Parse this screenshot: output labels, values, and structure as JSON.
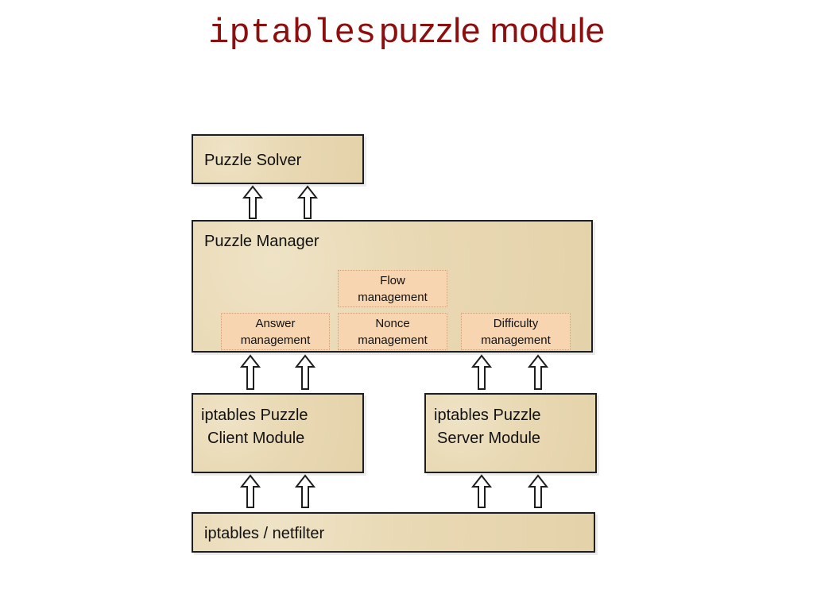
{
  "title": {
    "mono": "iptables",
    "rest": "puzzle module"
  },
  "colors": {
    "title": "#8b0f0f",
    "box_fill": "#e9d9b4",
    "sub_fill": "#f7d5b1",
    "arrow_fill": "#ffffff"
  },
  "boxes": {
    "solver": "Puzzle Solver",
    "manager": "Puzzle Manager",
    "client": {
      "line1": "iptables Puzzle",
      "line2": "Client Module"
    },
    "server": {
      "line1": "iptables Puzzle",
      "line2": "Server Module"
    },
    "netfilter": "iptables / netfilter"
  },
  "subs": {
    "flow": {
      "line1": "Flow",
      "line2": "management"
    },
    "answer": {
      "line1": "Answer",
      "line2": "management"
    },
    "nonce": {
      "line1": "Nonce",
      "line2": "management"
    },
    "difficulty": {
      "line1": "Difficulty",
      "line2": "management"
    }
  }
}
